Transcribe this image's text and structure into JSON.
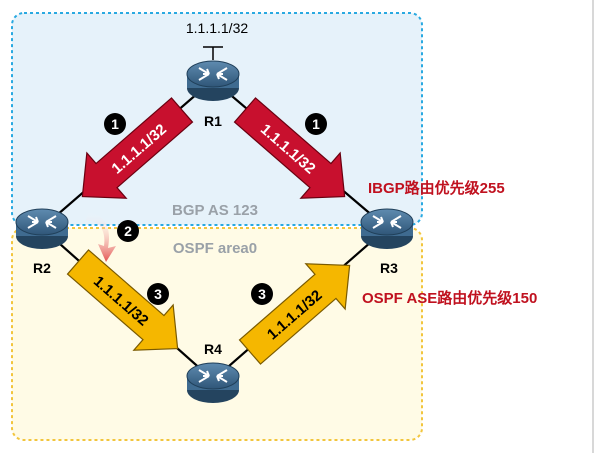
{
  "colors": {
    "bgp_area_fill": "#e6f2fa",
    "bgp_area_border": "#29a9e1",
    "ospf_area_fill": "#fffbe6",
    "ospf_area_border": "#f2c53d",
    "bgp_arrow": "#c8102e",
    "ospf_arrow": "#f5b700",
    "annotation_red": "#c0111f",
    "area_label_gray": "#9aa1a8",
    "router_body": "#3f6b90"
  },
  "icons": {
    "router": "router-icon",
    "step_badge": "numbered-circle-icon"
  },
  "prefix_label": "1.1.1.1/32",
  "routers": {
    "r1": "R1",
    "r2": "R2",
    "r3": "R3",
    "r4": "R4"
  },
  "arrows": {
    "r1_to_r2": "1.1.1.1/32",
    "r1_to_r3": "1.1.1.1/32",
    "r2_to_r4": "1.1.1.1/32",
    "r4_to_r3": "1.1.1.1/32"
  },
  "steps": {
    "s1_left": "1",
    "s1_right": "1",
    "s2": "2",
    "s3_left": "3",
    "s3_right": "3"
  },
  "areas": {
    "bgp": "BGP AS 123",
    "ospf": "OSPF area0"
  },
  "annotations": {
    "ibgp_pref": "IBGP路由优先级255",
    "ospf_pref": "OSPF ASE路由优先级150"
  }
}
